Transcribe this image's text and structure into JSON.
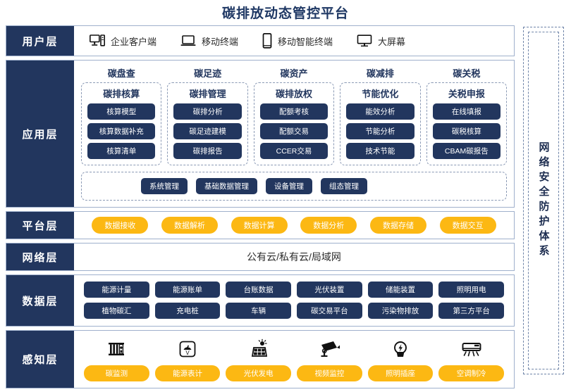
{
  "title": "碳排放动态管控平台",
  "security_column": {
    "label": "网络安全防护体系"
  },
  "layers": {
    "user": {
      "label": "用户层",
      "items": [
        {
          "icon": "desktop-tower-icon",
          "label": "企业客户端"
        },
        {
          "icon": "laptop-icon",
          "label": "移动终端"
        },
        {
          "icon": "smartphone-icon",
          "label": "移动智能终端"
        },
        {
          "icon": "monitor-icon",
          "label": "大屏幕"
        }
      ]
    },
    "application": {
      "label": "应用层",
      "domains": [
        {
          "title": "碳盘查",
          "subtitle": "碳排核算",
          "items": [
            "核算模型",
            "核算数据补充",
            "核算清单"
          ]
        },
        {
          "title": "碳足迹",
          "subtitle": "碳排管理",
          "items": [
            "碳排分析",
            "碳足迹建模",
            "碳排报告"
          ]
        },
        {
          "title": "碳资产",
          "subtitle": "碳排放权",
          "items": [
            "配额考核",
            "配额交易",
            "CCER交易"
          ]
        },
        {
          "title": "碳减排",
          "subtitle": "节能优化",
          "items": [
            "能效分析",
            "节能分析",
            "技术节能"
          ]
        },
        {
          "title": "碳关税",
          "subtitle": "关税申报",
          "items": [
            "在线填报",
            "碳税核算",
            "CBAM碳报告"
          ]
        }
      ],
      "management": [
        "系统管理",
        "基础数据管理",
        "设备管理",
        "组态管理"
      ]
    },
    "platform": {
      "label": "平台层",
      "items": [
        "数据接收",
        "数据解析",
        "数据计算",
        "数据分析",
        "数据存储",
        "数据交互"
      ]
    },
    "network": {
      "label": "网络层",
      "text": "公有云/私有云/局域网"
    },
    "data": {
      "label": "数据层",
      "row1": [
        "能源计量",
        "能源账单",
        "台账数据",
        "光伏装置",
        "储能装置",
        "照明用电"
      ],
      "row2": [
        "植物碳汇",
        "充电桩",
        "车辆",
        "碳交易平台",
        "污染物排放",
        "第三方平台"
      ]
    },
    "sensing": {
      "label": "感知层",
      "items": [
        {
          "icon": "carbon-sensor-icon",
          "label": "碳监测"
        },
        {
          "icon": "energy-meter-icon",
          "label": "能源表计"
        },
        {
          "icon": "solar-panel-icon",
          "label": "光伏发电"
        },
        {
          "icon": "cctv-camera-icon",
          "label": "视频监控"
        },
        {
          "icon": "light-bulb-icon",
          "label": "照明插座"
        },
        {
          "icon": "air-conditioner-icon",
          "label": "空调制冷"
        }
      ]
    }
  },
  "colors": {
    "navy": "#22365e",
    "yellow": "#fcb813",
    "border": "#9fb0cc",
    "title": "#1f3864"
  }
}
